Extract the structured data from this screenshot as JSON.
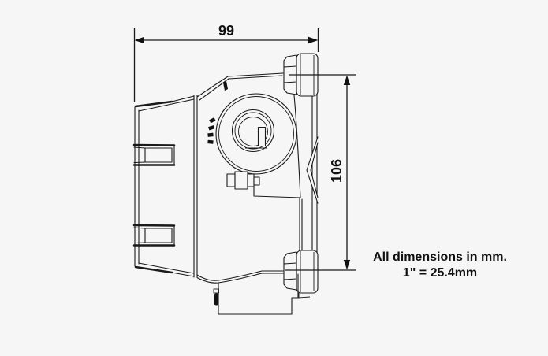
{
  "diagram": {
    "type": "technical-dimension-drawing",
    "view": "instrument-housing-side-view",
    "dim_width": "99",
    "dim_height": "106",
    "note_line1": "All dimensions in mm.",
    "note_line2": "1\" = 25.4mm",
    "colors": {
      "background": "#f5f6f5",
      "line": "#1a1a1a",
      "text": "#111111"
    }
  }
}
